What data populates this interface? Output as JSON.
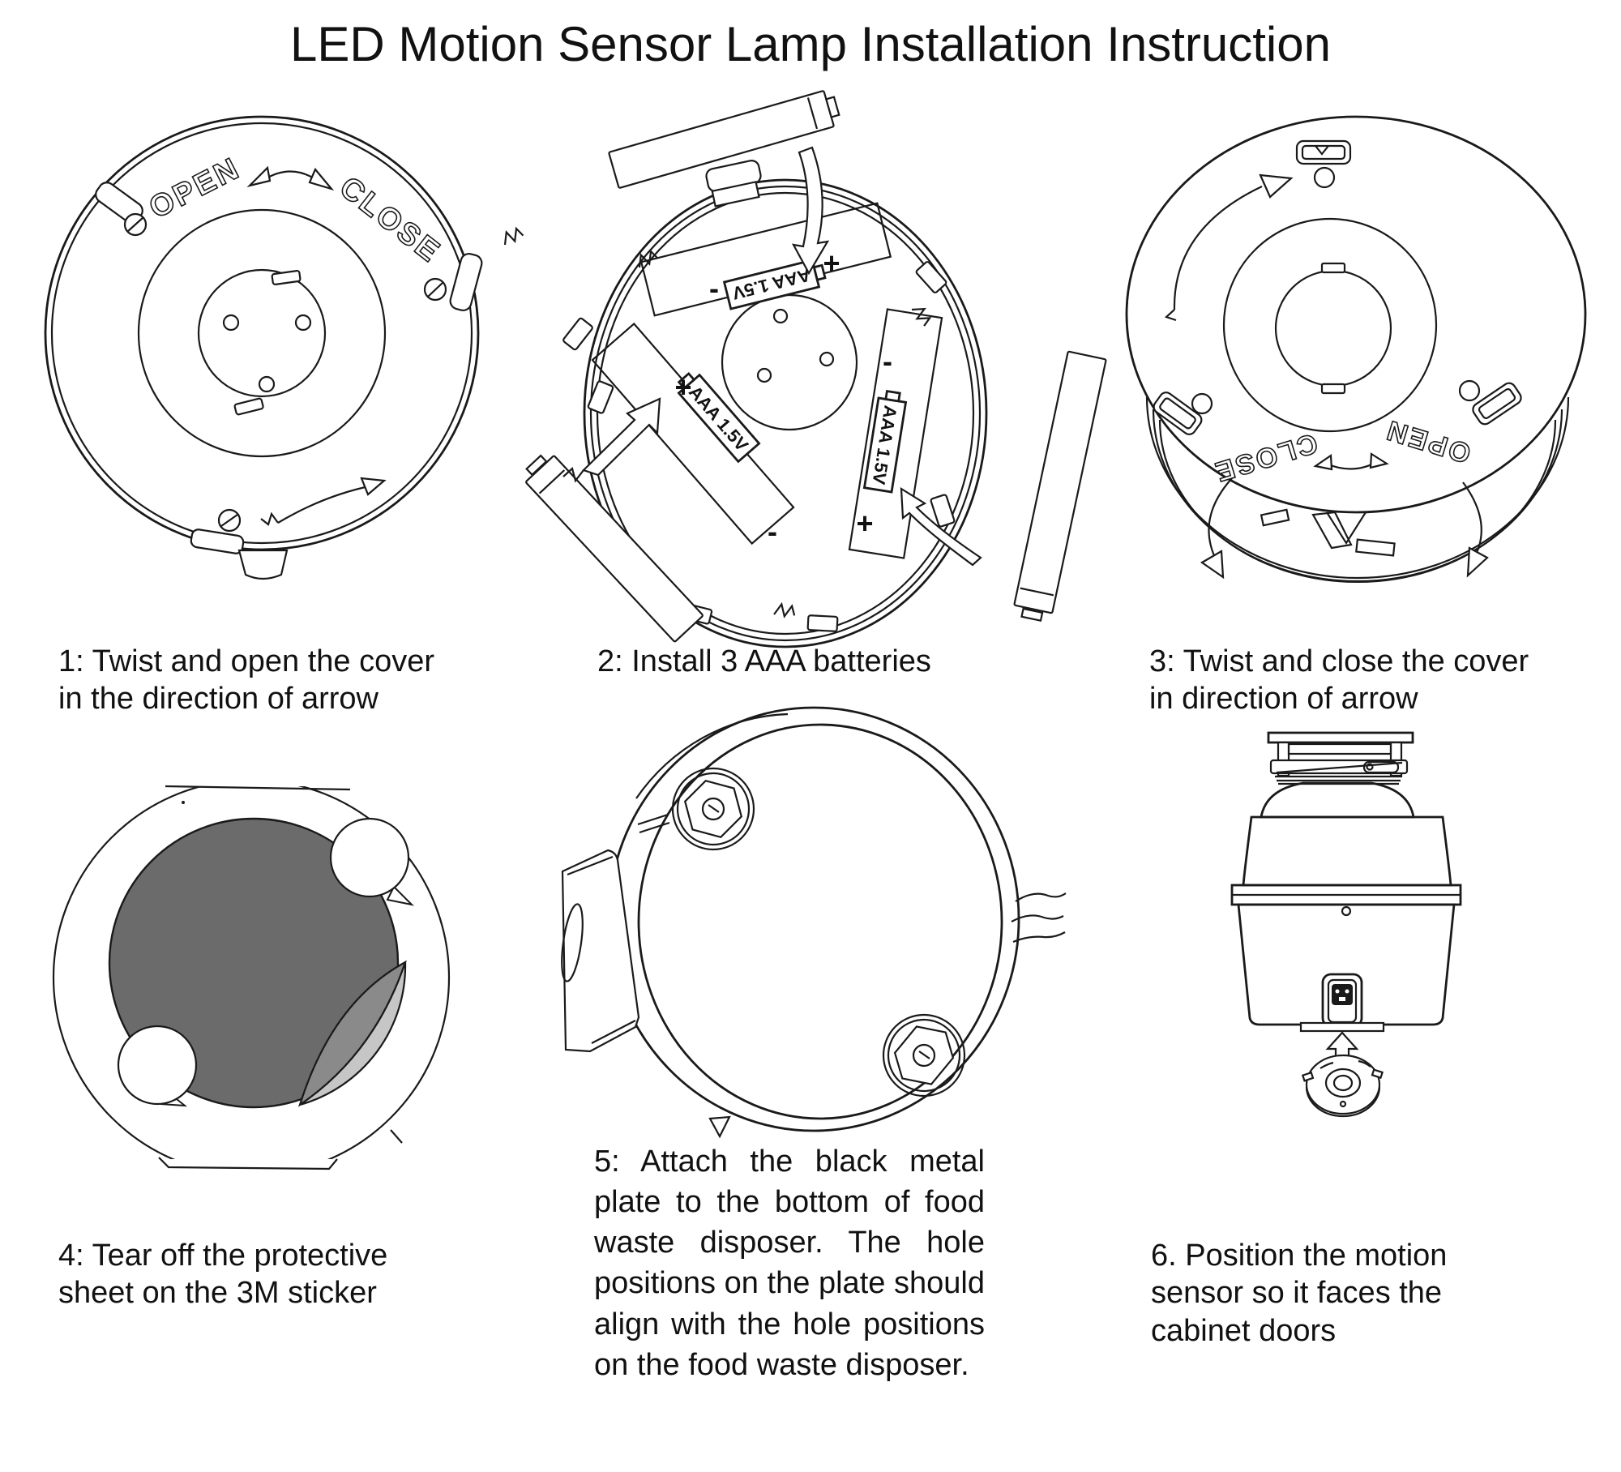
{
  "title": "LED Motion Sensor Lamp Installation Instruction",
  "steps": [
    {
      "caption": "1: Twist and open the cover\nin the direction of arrow"
    },
    {
      "caption": "2: Install 3 AAA batteries"
    },
    {
      "caption": "3: Twist and close the cover\nin direction of arrow"
    },
    {
      "caption": "4: Tear off the protective\nsheet on the 3M sticker"
    },
    {
      "caption": "5: Attach the black metal plate to the bottom of food waste disposer. The hole positions on the plate should align with the hole positions on the food waste disposer."
    },
    {
      "caption": "6. Position the motion\nsensor so it faces the\ncabinet doors"
    }
  ],
  "labels": {
    "open": "OPEN",
    "close": "CLOSE",
    "battery": "AAA 1.5V",
    "plus": "+",
    "minus": "-"
  },
  "colors": {
    "ink": "#1a1a1a",
    "sticker_dark": "#6b6b6b",
    "sticker_fold": "#8a8a8a",
    "sticker_light": "#c6c6c6"
  }
}
